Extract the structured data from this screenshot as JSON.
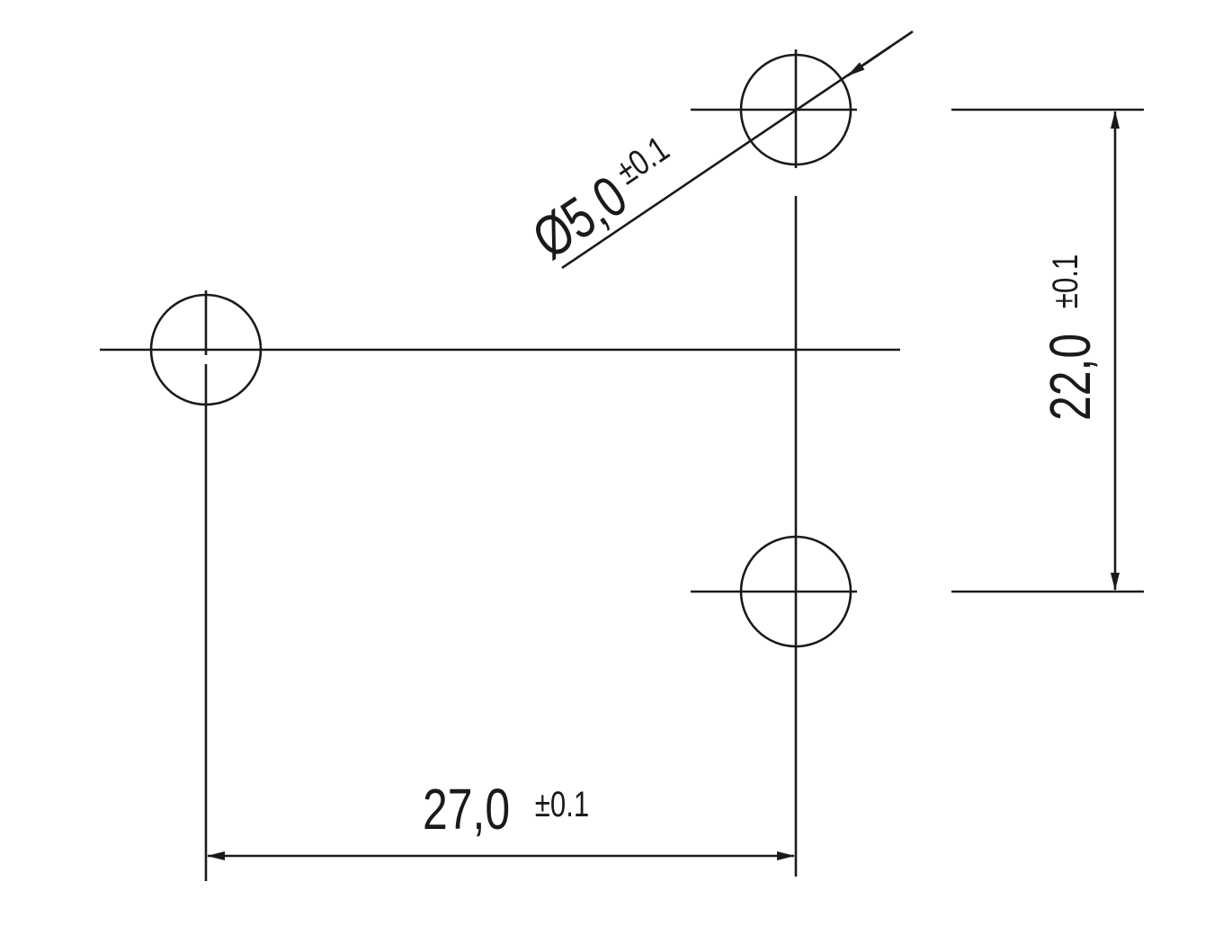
{
  "drawing": {
    "dimensions": [
      {
        "name": "hole-diameter",
        "value": "Ø5,0",
        "tolerance": "±0.1"
      },
      {
        "name": "vertical-spacing",
        "value": "22,0",
        "tolerance": "±0.1"
      },
      {
        "name": "horizontal-spacing",
        "value": "27,0",
        "tolerance": "±0.1"
      }
    ],
    "line_color": "#1a1a1a"
  }
}
